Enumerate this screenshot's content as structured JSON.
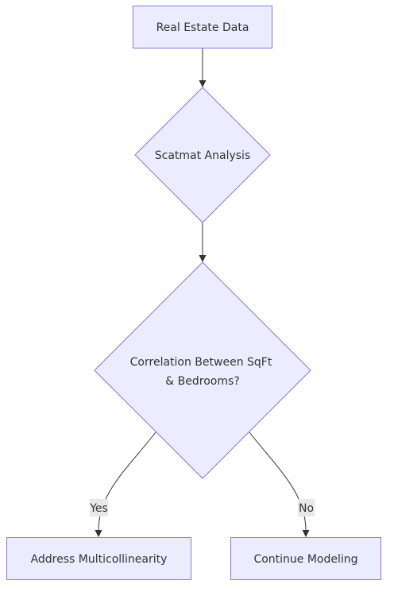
{
  "flowchart": {
    "nodes": {
      "real_estate_data": "Real Estate Data",
      "scatmat_analysis": "Scatmat Analysis",
      "correlation_line1": "Correlation Between SqFt",
      "correlation_line2": "& Bedrooms?",
      "address_multicollinearity": "Address Multicollinearity",
      "continue_modeling": "Continue Modeling"
    },
    "edges": {
      "yes_label": "Yes",
      "no_label": "No"
    },
    "colors": {
      "node_fill": "#ececff",
      "node_stroke": "#9370db",
      "edge": "#333333",
      "label_bg": "#e8e8e8"
    }
  }
}
